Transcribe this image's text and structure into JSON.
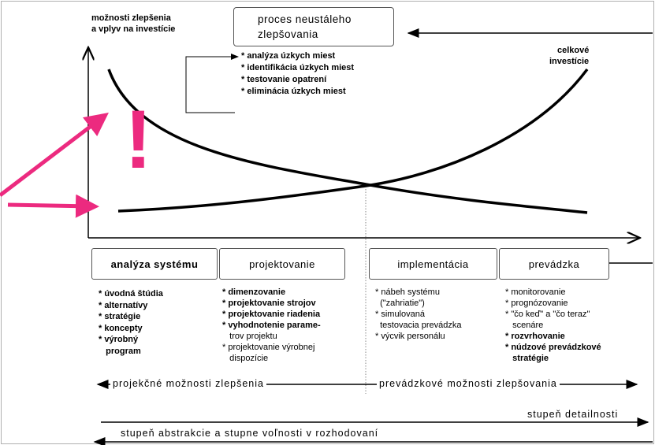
{
  "ylabel": {
    "line1": "možnosti zlepšenia",
    "line2": "a vplyv na investície"
  },
  "process_box": {
    "line1": "proces neustáleho",
    "line2": "zlepšovania"
  },
  "process_items": [
    "* analýza úzkych miest",
    "* identifikácia úzkych miest",
    "* testovanie opatrení",
    "* eliminácia úzkych miest"
  ],
  "curve_label": {
    "line1": "celkové",
    "line2": "investície"
  },
  "exclamation": "!",
  "phases": {
    "analysis": "analýza systému",
    "design": "projektovanie",
    "implementation": "implementácia",
    "operation": "prevádzka"
  },
  "analysis_items": [
    "* úvodná štúdia",
    "* alternatívy",
    "* stratégie",
    "* koncepty",
    "* výrobný",
    "   program"
  ],
  "design_items": [
    "* dimenzovanie",
    "* projektovanie strojov",
    "* projektovanie riadenia",
    "* vyhodnotenie parame-",
    "   trov projektu",
    "* projektovanie výrobnej",
    "   dispozície"
  ],
  "implementation_items": [
    "* nábeh systému",
    "  (\"zahriatie\")",
    "* simulovaná",
    "  testovacia prevádzka",
    "* výcvik personálu"
  ],
  "operation_items": [
    "* monitorovanie",
    "* prognózovanie",
    "* \"čo keď\" a \"čo teraz\"",
    "   scenáre",
    "* rozvrhovanie",
    "* núdzové prevádzkové",
    "   stratégie"
  ],
  "bottom_labels": {
    "design_range": "projekčné možnosti zlepšenia",
    "operation_range": "prevádzkové možnosti zlepšovania",
    "detail": "stupeň detailnosti",
    "abstraction": "stupeň abstrakcie a stupne voľnosti v rozhodovaní"
  },
  "colors": {
    "accent": "#ec2a7f",
    "line": "#000000"
  }
}
